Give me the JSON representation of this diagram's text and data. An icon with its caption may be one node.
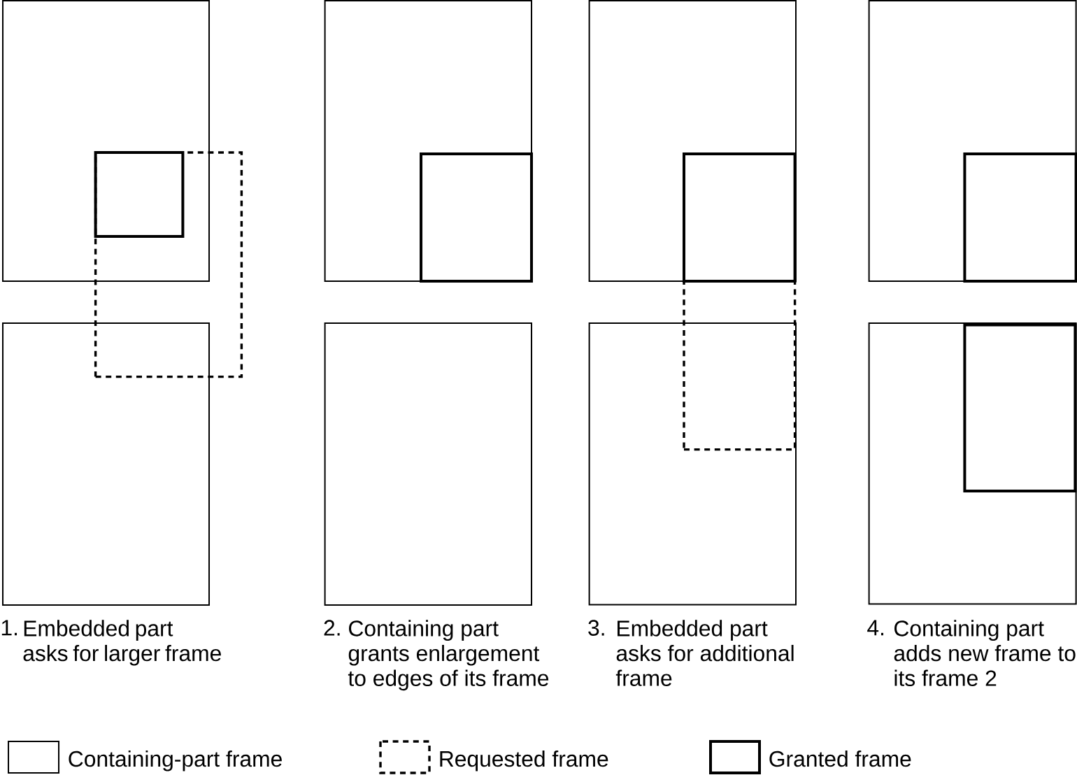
{
  "diagram": {
    "nodes": [
      {
        "text": [],
        "shape": "box"
      },
      {
        "text": [],
        "shape": "box"
      },
      {
        "text": [],
        "shape": "box"
      },
      {
        "text": [],
        "shape": "box"
      },
      {
        "text": [],
        "shape": "box"
      },
      {
        "text": [],
        "shape": "box",
        "in": 4
      },
      {
        "text": [],
        "shape": "box"
      },
      {
        "text": [],
        "shape": "box"
      },
      {
        "text": [],
        "shape": "box",
        "in": 7
      },
      {
        "text": [],
        "shape": "box"
      },
      {
        "text": [],
        "shape": "box"
      },
      {
        "text": [],
        "shape": "box"
      },
      {
        "text": [],
        "shape": "box",
        "in": 11
      },
      {
        "text": [],
        "shape": "box"
      },
      {
        "text": [],
        "shape": "box",
        "in": 13
      }
    ],
    "labels": [
      "1.",
      "Embedded part asks for larger frame",
      "2.",
      "Containing part grants enlargement to edges of its frame",
      "3.",
      "Embedded part asks for additional frame",
      "4.",
      "Containing part adds new frame to its frame 2"
    ],
    "legend": [
      {
        "text": "Containing-part frame"
      },
      {
        "text": "Requested frame"
      },
      {
        "text": "Granted frame"
      }
    ]
  }
}
